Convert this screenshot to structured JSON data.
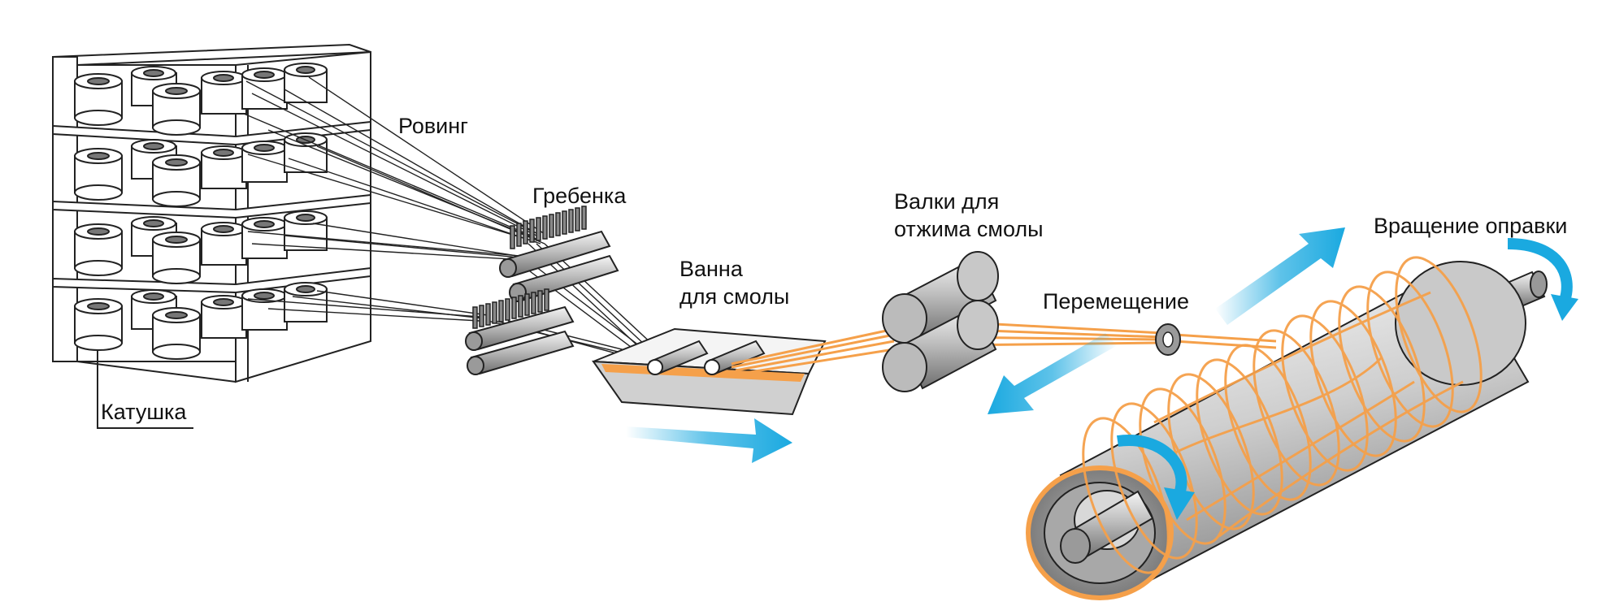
{
  "labels": {
    "roving": "Ровинг",
    "comb": "Гребенка",
    "bath_line1": "Ванна",
    "bath_line2": "для смолы",
    "rollers_line1": "Валки для",
    "rollers_line2": "отжима смолы",
    "traverse": "Перемещение",
    "rotation": "Вращение оправки",
    "spool": "Катушка"
  },
  "colors": {
    "fiber": "#f5a04a",
    "arrow": "#1aa9e0",
    "metal": "#9a9a9a",
    "outline": "#222222"
  }
}
